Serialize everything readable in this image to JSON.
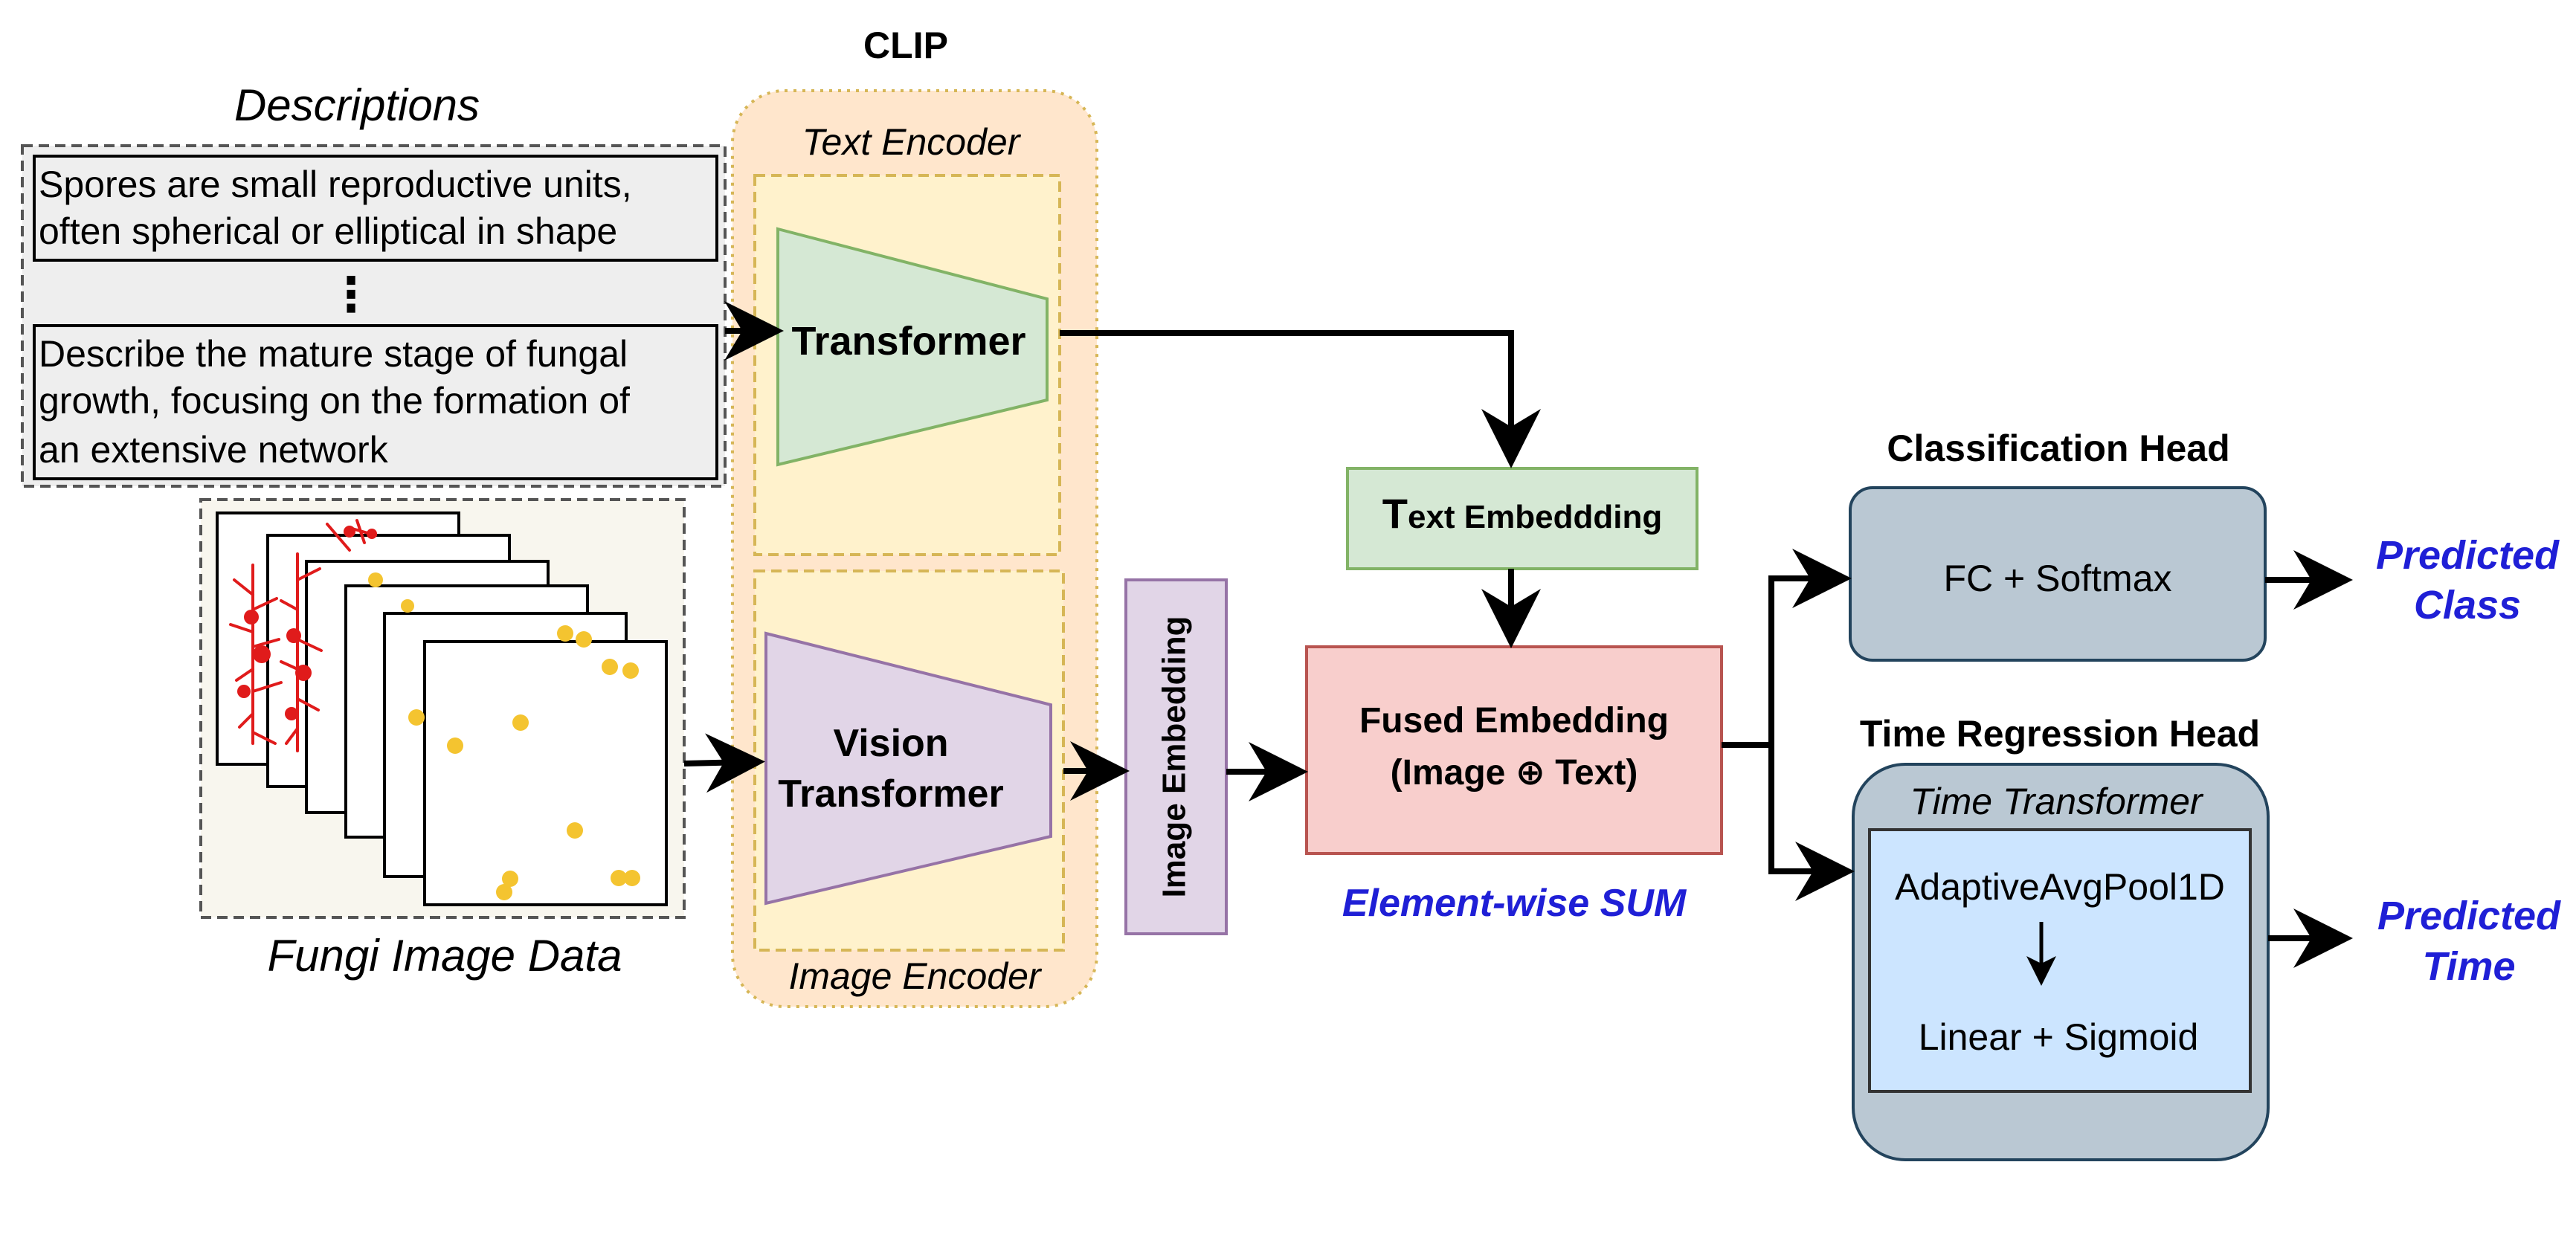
{
  "clip": {
    "title": "CLIP",
    "text_encoder_label": "Text Encoder",
    "image_encoder_label": "Image Encoder",
    "transformer_label": "Transformer",
    "vision_transformer_line1": "Vision",
    "vision_transformer_line2": "Transformer"
  },
  "descriptions": {
    "title": "Descriptions",
    "box1_line1": "Spores are small reproductive units,",
    "box1_line2": "often spherical or elliptical in shape",
    "ellipsis": "⋮",
    "box2_line1": "Describe the mature stage of fungal",
    "box2_line2": "growth, focusing on the formation of",
    "box2_line3": "an extensive network"
  },
  "fungi": {
    "label": "Fungi Image Data"
  },
  "embeddings": {
    "image_embedding": "Image Embedding",
    "text_embedding_cap": "T",
    "text_embedding_rest": "ext Embeddding",
    "fused_line1": "Fused Embedding",
    "fused_line2": "(Image ⊕ Text)",
    "sum_label": "Element-wise SUM"
  },
  "classification": {
    "title": "Classification Head",
    "box_label": "FC + Softmax",
    "output_line1": "Predicted",
    "output_line2": "Class"
  },
  "time": {
    "title": "Time Regression Head",
    "transformer_label": "Time Transformer",
    "pool_label": "AdaptiveAvgPool1D",
    "linear_label": "Linear + Sigmoid",
    "output_line1": "Predicted",
    "output_line2": "Time"
  },
  "colors": {
    "clip_outer": "#ffe6cc",
    "encoder_panel": "#fff2cc",
    "transformer_green": "#d5e8d4",
    "vision_purple": "#e1d5e7",
    "fused_red": "#f8cecc",
    "head_gray": "#bac8d3",
    "inner_blue": "#cce5ff",
    "output_blue": "#1f1fd6",
    "spore_yellow": "#f4c430",
    "mycelium_red": "#e01b1b"
  }
}
